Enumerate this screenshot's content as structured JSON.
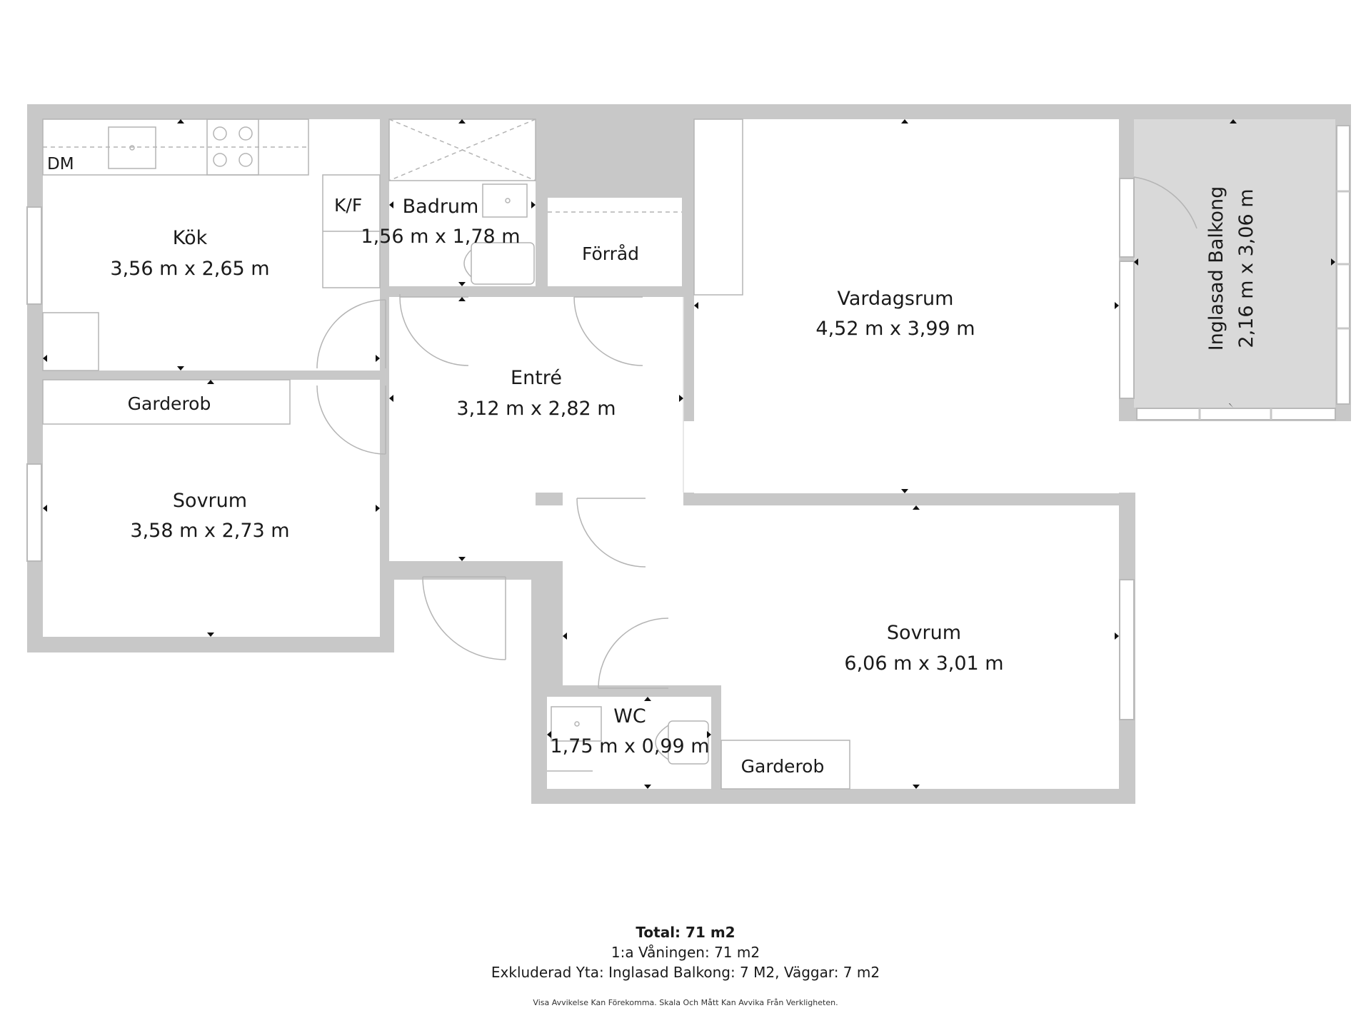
{
  "rooms": {
    "kok": {
      "name": "Kök",
      "size": "3,56 m x 2,65 m"
    },
    "badrum": {
      "name": "Badrum",
      "size": "1,56 m x 1,78 m"
    },
    "vardagsrum": {
      "name": "Vardagsrum",
      "size": "4,52 m x 3,99 m"
    },
    "balkong": {
      "name": "Inglasad Balkong",
      "size": "2,16 m x 3,06 m"
    },
    "entre": {
      "name": "Entré",
      "size": "3,12 m x 2,82 m"
    },
    "sovrum1": {
      "name": "Sovrum",
      "size": "3,58 m x 2,73 m"
    },
    "sovrum2": {
      "name": "Sovrum",
      "size": "6,06 m x 3,01 m"
    },
    "wc": {
      "name": "WC",
      "size": "1,75 m x 0,99 m"
    }
  },
  "labels": {
    "dm": "DM",
    "kf": "K/F",
    "forrad": "Förråd",
    "garderob1": "Garderob",
    "garderob2": "Garderob"
  },
  "footer": {
    "total": "Total: 71 m2",
    "floor": "1:a Våningen: 71 m2",
    "excluded": "Exkluderad Yta: Inglasad Balkong: 7 M2, Väggar: 7 m2",
    "disclaimer": "Visa Avvikelse Kan Förekomma. Skala Och Mått Kan Avvika Från Verkligheten."
  },
  "colors": {
    "wall": "#c8c8c8",
    "floor": "#ffffff",
    "balcony": "#d9d9d9",
    "fixture": "#b4b4b4",
    "text": "#1a1a1a"
  }
}
